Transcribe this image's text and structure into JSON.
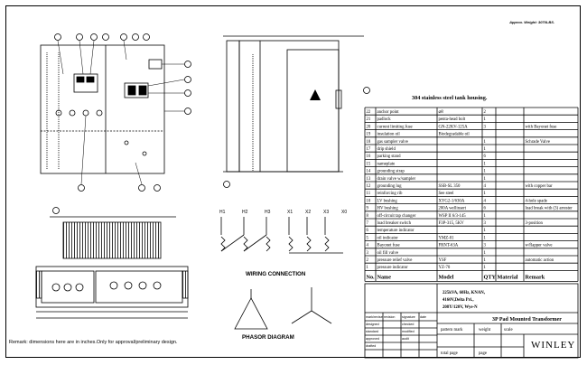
{
  "approx_weight": "Approx. Weight: 3070LBS.",
  "tank_note": "304 stainless steel tank housing.",
  "wiring_caption": "WIRING CONNECTION",
  "phasor_caption": "PHASOR DIAGRAM",
  "remark_note": "Remark: dimensions here are in inches.Only for approval/preliminary design.",
  "terminals_primary": [
    "H1",
    "H2",
    "H3"
  ],
  "terminals_secondary": [
    "X1",
    "X2",
    "X3",
    "X0"
  ],
  "bom_columns": [
    "No.",
    "Name",
    "Model",
    "QTY",
    "Material",
    "Remark"
  ],
  "bom_rows": [
    {
      "no": "22",
      "name": "anchor point",
      "model": "⌀8",
      "qty": "2",
      "material": "",
      "remark": ""
    },
    {
      "no": "21",
      "name": "padlock",
      "model": "penta-head bolt",
      "qty": "1",
      "material": "",
      "remark": ""
    },
    {
      "no": "20",
      "name": "current limiting fuse",
      "model": "GN-22KV-125A",
      "qty": "3",
      "material": "",
      "remark": "with Bayonet fuse"
    },
    {
      "no": "19",
      "name": "insulation oil",
      "model": "Biodegradable oil",
      "qty": "",
      "material": "",
      "remark": ""
    },
    {
      "no": "18",
      "name": "gas sampler valve",
      "model": "",
      "qty": "1",
      "material": "",
      "remark": "Schrade Valve"
    },
    {
      "no": "17",
      "name": "drip shield",
      "model": "",
      "qty": "1",
      "material": "",
      "remark": ""
    },
    {
      "no": "16",
      "name": "parking stand",
      "model": "",
      "qty": "6",
      "material": "",
      "remark": ""
    },
    {
      "no": "15",
      "name": "nameplate",
      "model": "",
      "qty": "1",
      "material": "",
      "remark": ""
    },
    {
      "no": "14",
      "name": "grounding strap",
      "model": "",
      "qty": "1",
      "material": "",
      "remark": ""
    },
    {
      "no": "13",
      "name": "drain valve w/sampler",
      "model": "",
      "qty": "1",
      "material": "",
      "remark": ""
    },
    {
      "no": "12",
      "name": "grounding lug",
      "model": "SSB-SL 350",
      "qty": "4",
      "material": "",
      "remark": "with copper bar"
    },
    {
      "no": "11",
      "name": "reinforcing rib",
      "model": "See steel",
      "qty": "1",
      "material": "",
      "remark": ""
    },
    {
      "no": "10",
      "name": "LV bushing",
      "model": "XYG2-1/630A",
      "qty": "4",
      "material": "",
      "remark": "4-hole spade"
    },
    {
      "no": "9",
      "name": "HV bushing",
      "model": "200A wellinsert",
      "qty": "6",
      "material": "",
      "remark": "load break with (3) arrester"
    },
    {
      "no": "8",
      "name": "off-circuit tap changer",
      "model": "WSP II 6/3-145",
      "qty": "1",
      "material": "",
      "remark": ""
    },
    {
      "no": "7",
      "name": "load breaker switch",
      "model": "F3P-315, 5KV",
      "qty": "3",
      "material": "",
      "remark": "3-position"
    },
    {
      "no": "6",
      "name": "temperature indicator",
      "model": "",
      "qty": "1",
      "material": "",
      "remark": ""
    },
    {
      "no": "5",
      "name": "oil indicator",
      "model": "YMZ-01",
      "qty": "1",
      "material": "",
      "remark": ""
    },
    {
      "no": "4",
      "name": "Bayonet fuse",
      "model": "FRNT-63A",
      "qty": "3",
      "material": "",
      "remark": "w/flapper valve"
    },
    {
      "no": "3",
      "name": "oil fill valve",
      "model": "",
      "qty": "1",
      "material": "",
      "remark": ""
    },
    {
      "no": "2",
      "name": "pressure relief valve",
      "model": "YSF",
      "qty": "1",
      "material": "",
      "remark": "automatic action"
    },
    {
      "no": "1",
      "name": "pressure indicator",
      "model": "YZ-70",
      "qty": "1",
      "material": "",
      "remark": ""
    }
  ],
  "spec_lines": [
    "225kVA, 60Hz, KNAN,",
    "4160V,Delta Pri.,",
    "208Y/120V, Wye-N"
  ],
  "product_title": "3P Pad Mounted Transformer",
  "brand": "WINLEY",
  "title_block": {
    "left_labels": [
      "mark/revise",
      "revision",
      "signature",
      "date",
      "designed",
      "checked",
      "standard",
      "modified",
      "approved",
      "audit",
      "drafted"
    ],
    "pattern_mark": "pattern mark",
    "weight": "weight",
    "scale": "scale",
    "total_page": "total page",
    "page": "page"
  }
}
